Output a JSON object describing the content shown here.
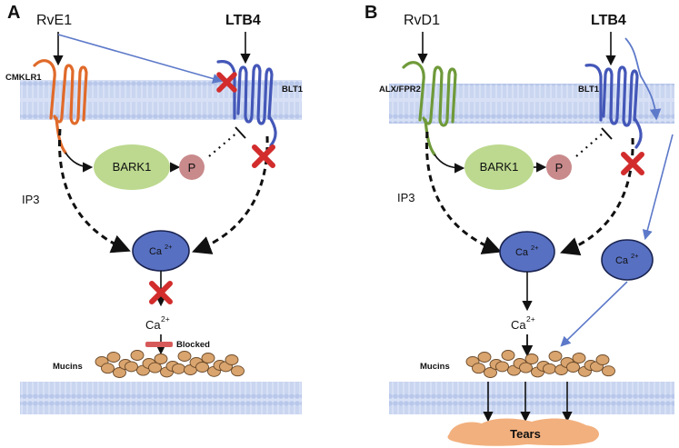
{
  "panels": [
    {
      "letter": "A",
      "ligand_left": "RvE1",
      "ligand_right": "LTB4",
      "receptor_left": "CMKLR1",
      "receptor_right": "BLT1",
      "kinase": "BARK1",
      "phospho": "P",
      "ip3": "IP3",
      "calcium_center": "Ca",
      "calcium_center_sup": "2+",
      "calcium_lower": "Ca",
      "calcium_lower_sup": "2+",
      "blocked": "Blocked",
      "mucins": "Mucins"
    },
    {
      "letter": "B",
      "ligand_left": "RvD1",
      "ligand_right": "LTB4",
      "receptor_left": "ALX/FPR2",
      "receptor_right": "BLT1",
      "kinase": "BARK1",
      "phospho": "P",
      "ip3": "IP3",
      "calcium_center": "Ca",
      "calcium_center_sup": "2+",
      "calcium_side": "Ca",
      "calcium_side_sup": "2+",
      "calcium_lower": "Ca",
      "calcium_lower_sup": "2+",
      "mucins": "Mucins",
      "tears": "Tears"
    }
  ],
  "colors": {
    "membrane": "#b8c7ea",
    "cmklr1": "#e06a2a",
    "alx_fpr2": "#6f9a3a",
    "blt1": "#4457b8",
    "bark1": "#bcd98f",
    "phospho": "#c98a8c",
    "calcium": "#5770c2",
    "block_x": "#d22c2c",
    "mucin": "#d9a46e",
    "tears": "#f2b07e",
    "arrow_blue": "#5d79c9"
  }
}
